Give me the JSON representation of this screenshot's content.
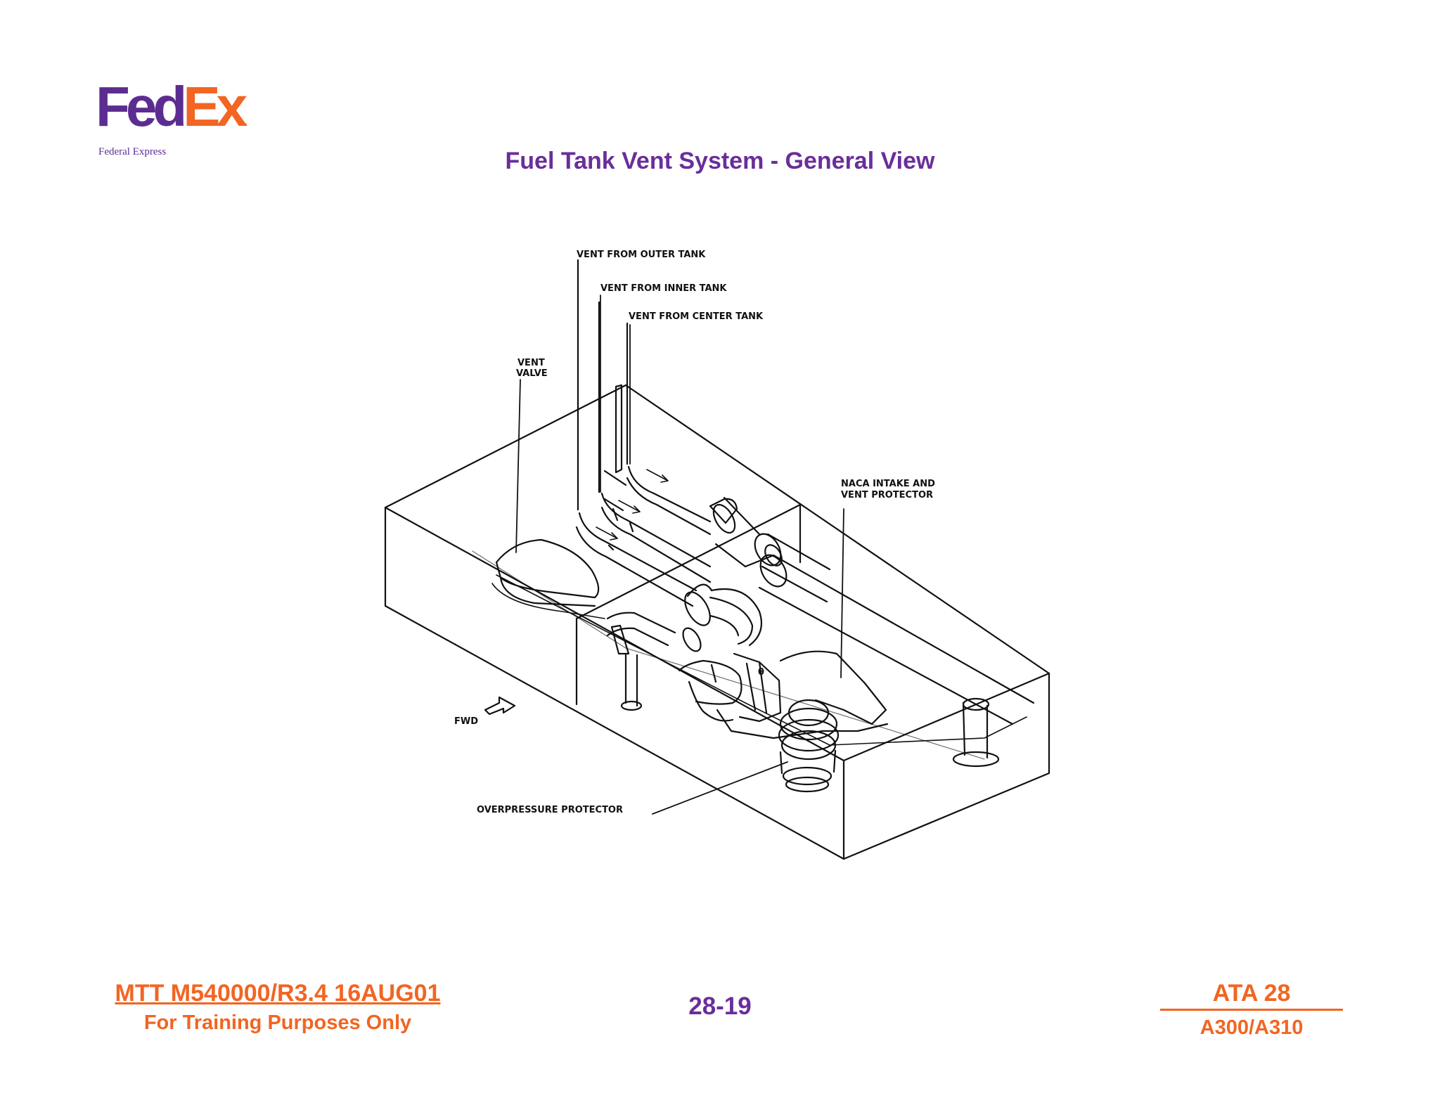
{
  "header": {
    "logo_text": "FedEx",
    "logo_part1": "Fed",
    "logo_part2": "Ex",
    "logo_dot": ".",
    "logo_subtitle": "Federal Express",
    "title": "Fuel Tank Vent System - General View"
  },
  "diagram": {
    "labels": {
      "vent_outer": "VENT FROM OUTER TANK",
      "vent_inner": "VENT FROM INNER TANK",
      "vent_center": "VENT FROM CENTER TANK",
      "vent_valve_line1": "VENT",
      "vent_valve_line2": "VALVE",
      "naca_line1": "NACA INTAKE AND",
      "naca_line2": "VENT PROTECTOR",
      "fwd": "FWD",
      "overpressure": "OVERPRESSURE PROTECTOR",
      "theta": "θ"
    }
  },
  "footer": {
    "doc_ref": "MTT M540000/R3.4 16AUG01",
    "training": "For Training Purposes Only",
    "page": "28-19",
    "ata": "ATA 28",
    "aircraft": "A300/A310"
  },
  "colors": {
    "brand_purple": "#5c2d91",
    "title_purple": "#6a2e9a",
    "brand_orange": "#f26522"
  }
}
